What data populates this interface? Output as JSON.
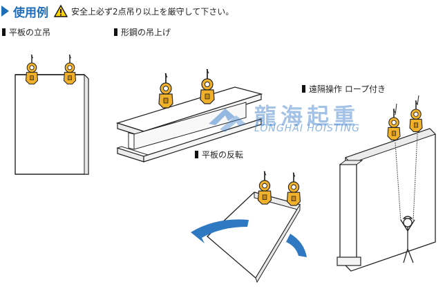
{
  "header": {
    "title": "使用例",
    "warning": "安全上必ず2点吊り以上を厳守して下さい。"
  },
  "examples": {
    "panel_vertical": "平板の立吊",
    "steel_lift": "形鋼の吊上げ",
    "panel_flip": "平板の反転",
    "remote": "遠隔操作 ロープ付き"
  },
  "watermark": {
    "cn": "龍海起重",
    "en": "LONGHAI HOISTING"
  },
  "colors": {
    "accent": "#1f6db8",
    "clamp": "#f2b12a",
    "arrow": "#2f79c2"
  }
}
